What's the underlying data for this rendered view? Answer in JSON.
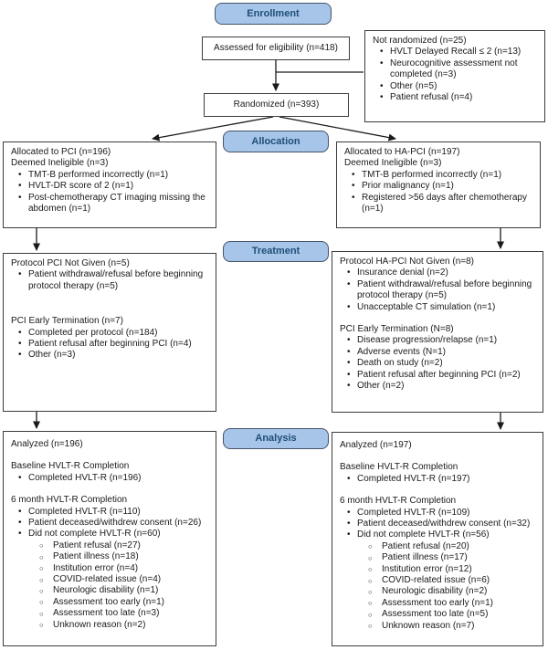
{
  "colors": {
    "badge_fill": "#a6c5e8",
    "badge_border": "#44546a",
    "badge_text": "#1f4e79",
    "box_border": "#3c3c3c",
    "arrow": "#1a1a1a"
  },
  "phases": {
    "enrollment": "Enrollment",
    "allocation": "Allocation",
    "treatment": "Treatment",
    "analysis": "Analysis"
  },
  "enrollment": {
    "assessed": "Assessed for eligibility (n=418)",
    "randomized": "Randomized (n=393)",
    "not_randomized": {
      "title": "Not randomized (n=25)",
      "items": [
        "HVLT Delayed Recall ≤ 2 (n=13)",
        "Neurocognitive assessment not completed (n=3)",
        "Other (n=5)",
        "Patient refusal (n=4)"
      ]
    }
  },
  "allocation_left": {
    "line1": "Allocated to PCI (n=196)",
    "line2": "Deemed Ineligible (n=3)",
    "items": [
      "TMT-B performed incorrectly (n=1)",
      "HVLT-DR score of 2 (n=1)",
      "Post-chemotherapy CT imaging missing the abdomen (n=1)"
    ]
  },
  "allocation_right": {
    "line1": "Allocated to HA-PCI (n=197)",
    "line2": "Deemed Ineligible (n=3)",
    "items": [
      "TMT-B performed incorrectly (n=1)",
      "Prior malignancy (n=1)",
      "Registered >56 days after chemotherapy (n=1)"
    ]
  },
  "treatment_left": {
    "section1_title": "Protocol PCI Not Given (n=5)",
    "section1_items": [
      "Patient withdrawal/refusal before beginning protocol therapy (n=5)"
    ],
    "section2_title": "PCI Early Termination (n=7)",
    "section2_items": [
      "Completed per protocol (n=184)",
      "Patient refusal after beginning PCI (n=4)",
      "Other (n=3)"
    ]
  },
  "treatment_right": {
    "section1_title": "Protocol HA-PCI Not Given (n=8)",
    "section1_items": [
      "Insurance denial (n=2)",
      "Patient withdrawal/refusal before beginning protocol therapy (n=5)",
      "Unacceptable CT simulation (n=1)"
    ],
    "section2_title": "PCI Early Termination (N=8)",
    "section2_items": [
      "Disease progression/relapse (n=1)",
      "Adverse events (N=1)",
      "Death on study (n=2)",
      "Patient refusal after beginning PCI (n=2)",
      "Other (n=2)"
    ]
  },
  "analysis_left": {
    "analyzed": "Analyzed (n=196)",
    "baseline_title": "Baseline HVLT-R Completion",
    "baseline_items": [
      "Completed HVLT-R (n=196)"
    ],
    "month6_title": "6 month HVLT-R Completion",
    "month6_items": [
      "Completed HVLT-R (n=110)",
      "Patient deceased/withdrew consent (n=26)",
      "Did not complete HVLT-R (n=60)"
    ],
    "sub_items": [
      "Patient refusal (n=27)",
      "Patient illness (n=18)",
      "Institution error (n=4)",
      "COVID-related issue (n=4)",
      "Neurologic disability (n=1)",
      "Assessment too early (n=1)",
      "Assessment too late (n=3)",
      "Unknown reason (n=2)"
    ]
  },
  "analysis_right": {
    "analyzed": "Analyzed (n=197)",
    "baseline_title": "Baseline HVLT-R Completion",
    "baseline_items": [
      "Completed HVLT-R (n=197)"
    ],
    "month6_title": "6 month HVLT-R Completion",
    "month6_items": [
      "Completed HVLT-R (n=109)",
      "Patient deceased/withdrew consent (n=32)",
      "Did not complete HVLT-R (n=56)"
    ],
    "sub_items": [
      "Patient refusal (n=20)",
      "Patient illness (n=17)",
      "Institution error (n=12)",
      "COVID-related issue (n=6)",
      "Neurologic disability (n=2)",
      "Assessment too early (n=1)",
      "Assessment too late (n=5)",
      "Unknown reason (n=7)"
    ]
  }
}
